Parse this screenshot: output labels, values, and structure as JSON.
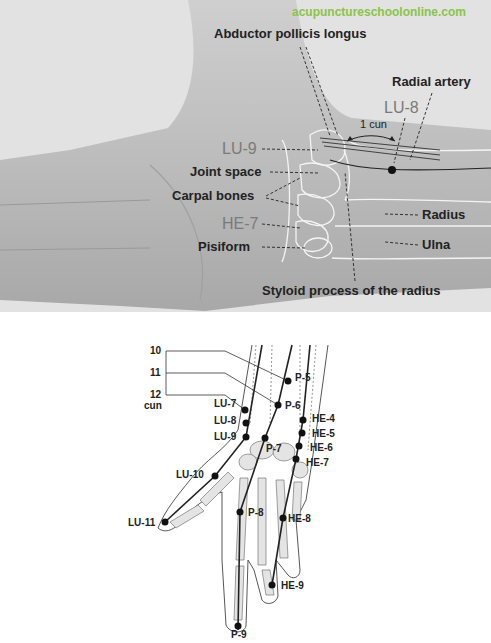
{
  "diagram": {
    "labels": [
      "acupunctureschoolonline.com",
      "Abductor pollicis longus",
      "Radial artery",
      "LU-8",
      "1 cun",
      "LU-9",
      "Joint space",
      "Carpal bones",
      "Radius",
      "HE-7",
      "Pisiform",
      "Ulna",
      "Styloid process of the radius",
      "10",
      "11",
      "12",
      "cun",
      "P-5",
      "LU-7",
      "P-6",
      "LU-8",
      "HE-4",
      "HE-5",
      "LU-9",
      "P-7",
      "HE-6",
      "HE-7",
      "LU-10",
      "P-8",
      "HE-8",
      "LU-11",
      "HE-9",
      "P-9"
    ]
  }
}
